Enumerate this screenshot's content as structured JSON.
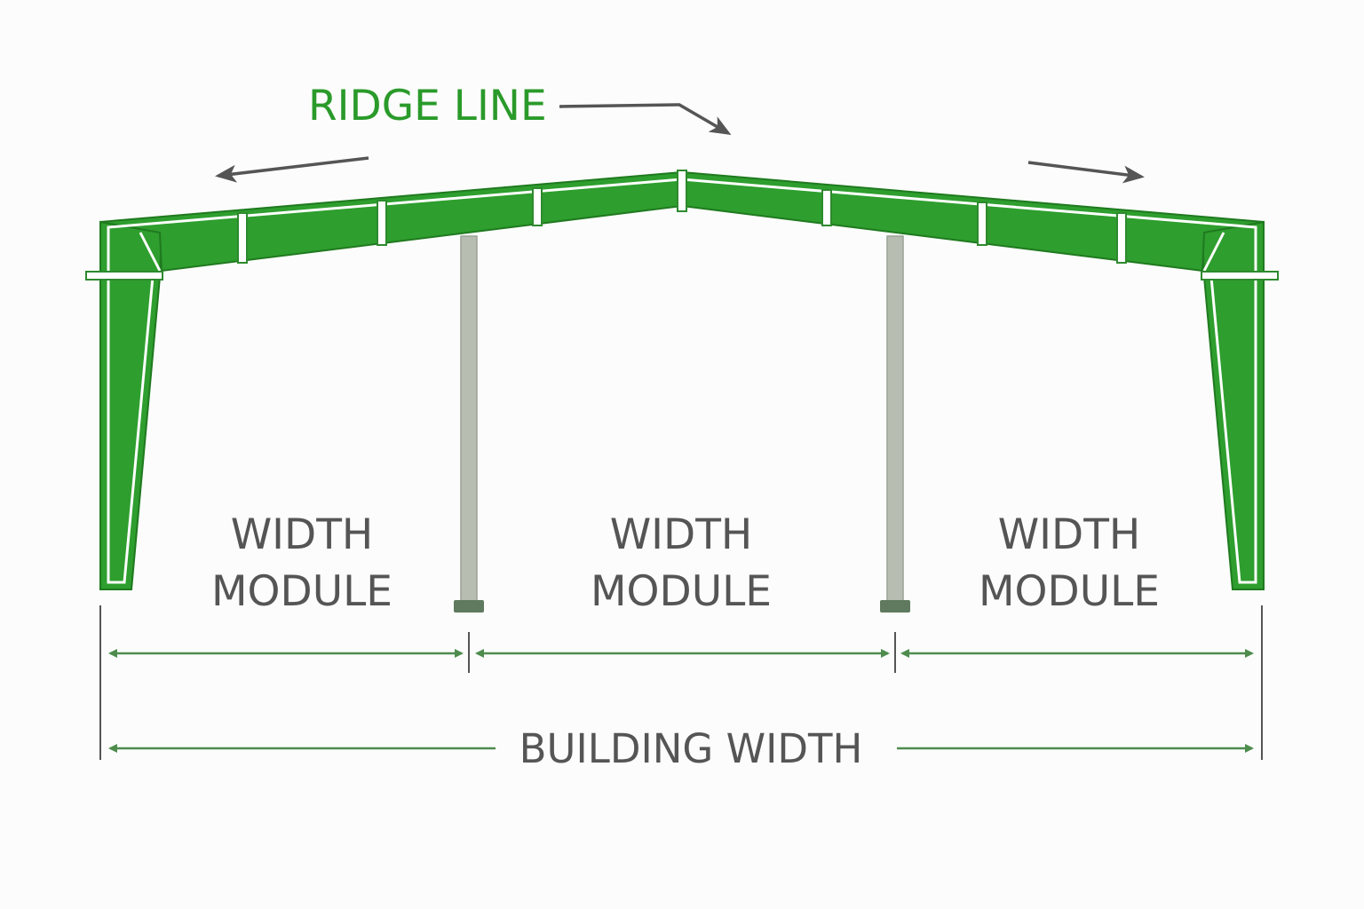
{
  "ridge_label": "RIDGE LINE",
  "modules": [
    {
      "line1": "WIDTH",
      "line2": "MODULE"
    },
    {
      "line1": "WIDTH",
      "line2": "MODULE"
    },
    {
      "line1": "WIDTH",
      "line2": "MODULE"
    }
  ],
  "building_label": "BUILDING WIDTH",
  "colors": {
    "frame": "#2e9e2e",
    "ridge_text": "#2a9a2a",
    "labels": "#555555",
    "dimension_lines": "#4e8c4e",
    "columns": "#b7bdb0"
  }
}
